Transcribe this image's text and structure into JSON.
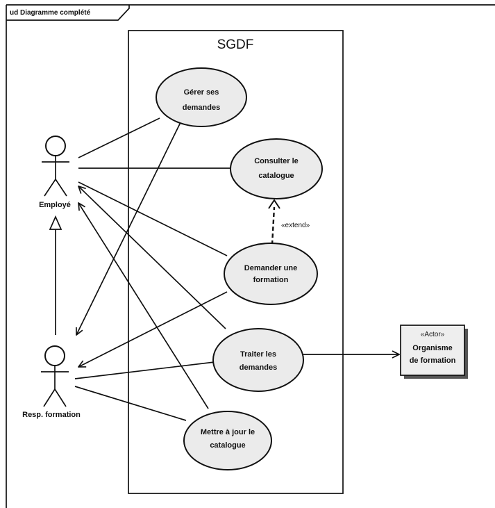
{
  "frame": {
    "title": "ud Diagramme complété"
  },
  "system": {
    "name": "SGDF"
  },
  "actors": {
    "employe": "Employé",
    "resp": "Resp. formation"
  },
  "external_actor": {
    "stereotype": "«Actor»",
    "name_line1": "Organisme",
    "name_line2": "de formation"
  },
  "use_cases": {
    "gerer": {
      "line1": "Gérer ses",
      "line2": "demandes"
    },
    "consulter": {
      "line1": "Consulter le",
      "line2": "catalogue"
    },
    "demander": {
      "line1": "Demander une",
      "line2": "formation"
    },
    "traiter": {
      "line1": "Traiter les",
      "line2": "demandes"
    },
    "maj": {
      "line1": "Mettre à jour le",
      "line2": "catalogue"
    }
  },
  "extend_label": "«extend»",
  "colors": {
    "use_case_fill": "#ebebeb",
    "stroke": "#111111",
    "actor_box_fill": "#eeeeee",
    "shadow": "#555555"
  }
}
